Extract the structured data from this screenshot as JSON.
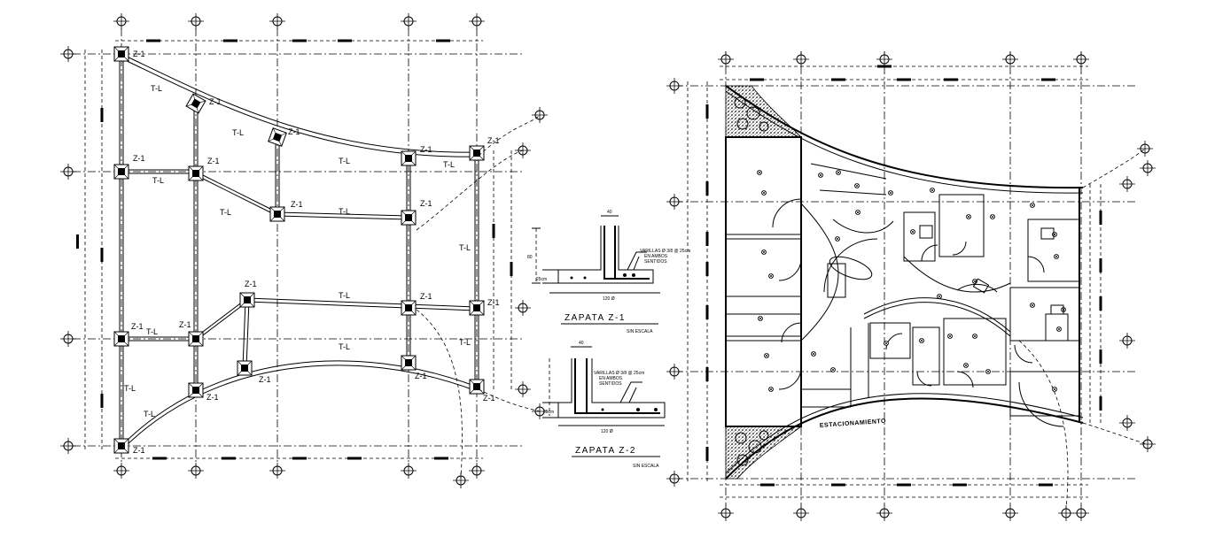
{
  "structural_plan": {
    "footing_z1": "Z-1",
    "beam_tl": "T-L"
  },
  "detail_z1": {
    "title": "ZAPATA  Z-1",
    "scale_note": "SIN ESCALA",
    "width_dim": "120 Ø",
    "top_dim": "40",
    "rebar_note_1": "VARILLAS Ø 3/8 @ 25cm",
    "rebar_note_2": "EN AMBOS",
    "rebar_note_3": "SENTIDOS",
    "depth_dim": "25cm",
    "side_dim": "80"
  },
  "detail_z2": {
    "title": "ZAPATA  Z-2",
    "scale_note": "SIN ESCALA",
    "width_dim": "120 Ø",
    "top_dim": "40",
    "rebar_note_1": "VARILLAS Ø 3/8 @ 25cm",
    "rebar_note_2": "EN AMBOS",
    "rebar_note_3": "SENTIDOS",
    "depth_dim": "25cm"
  },
  "floor_plan": {
    "parking_label": "ESTACIONAMIENTO"
  }
}
